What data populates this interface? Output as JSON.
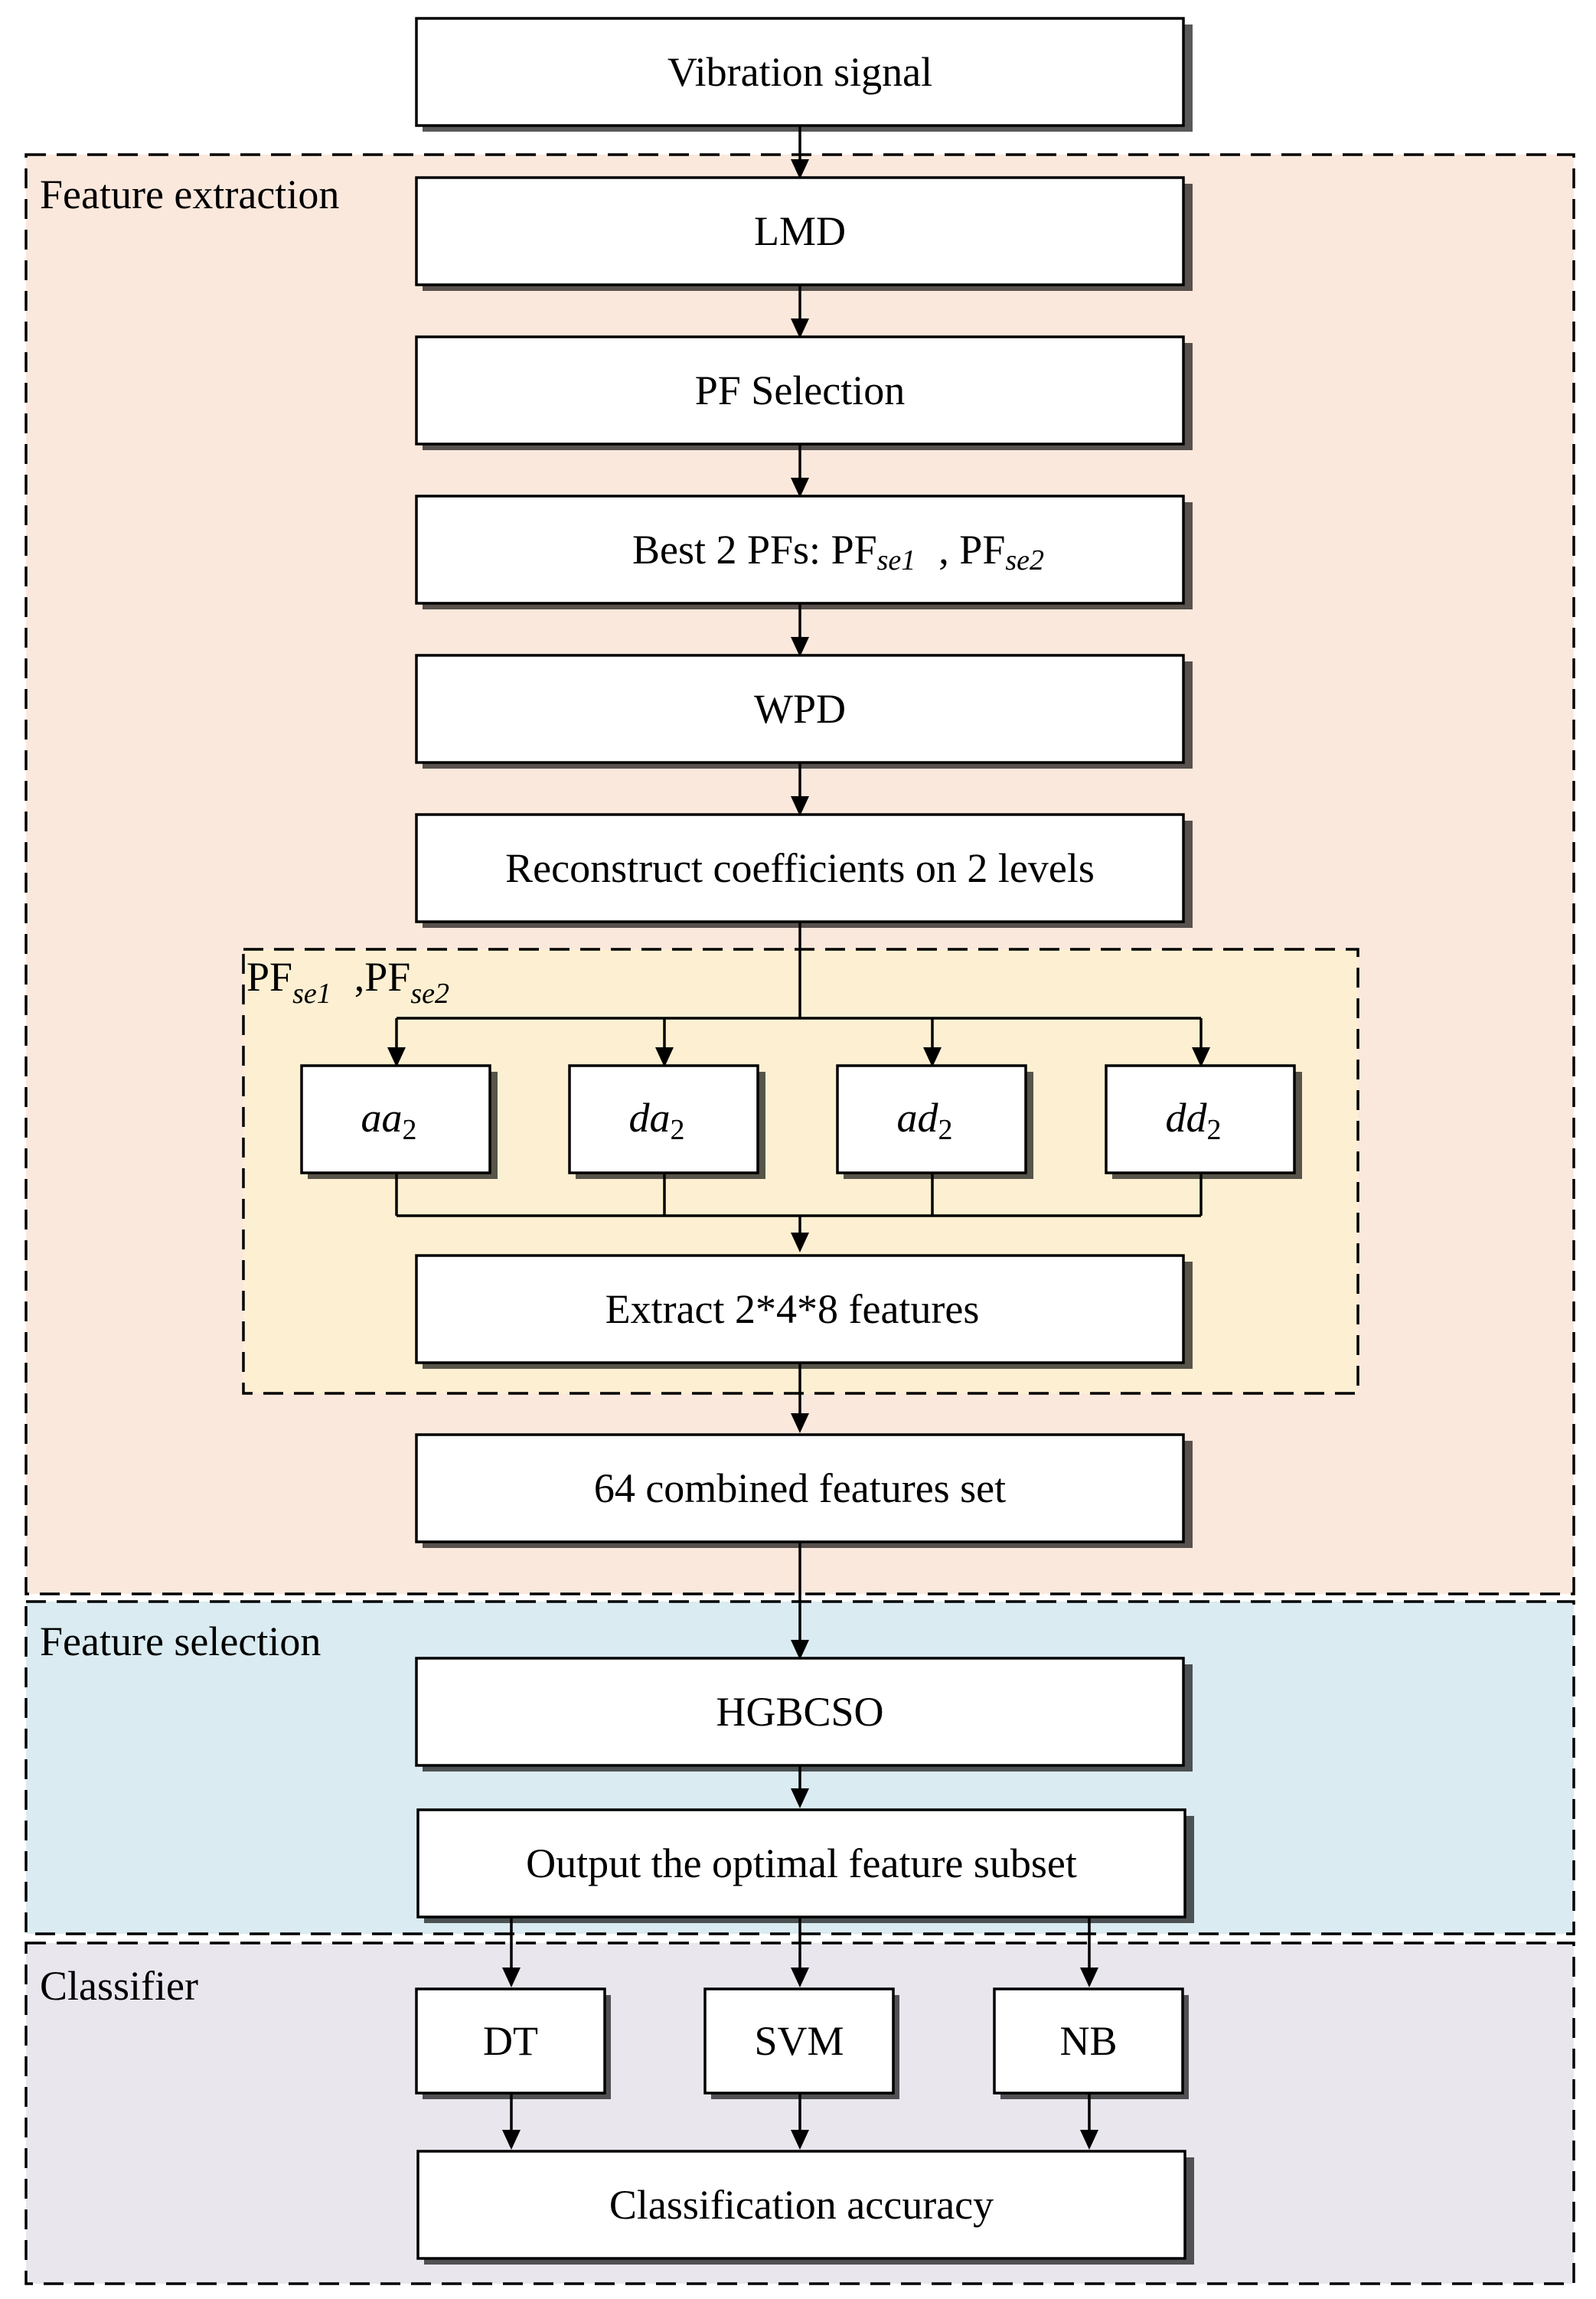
{
  "regions": {
    "feature_extraction": "Feature extraction",
    "feature_selection": "Feature selection",
    "classifier": "Classifier"
  },
  "inner_group": {
    "label_part1": "PF",
    "label_sub1": "se1",
    "label_sep": ",PF",
    "label_sub2": "se2"
  },
  "boxes": {
    "vibration_signal": "Vibration signal",
    "lmd": "LMD",
    "pf_selection": "PF Selection",
    "best_pfs": {
      "prefix": "Best 2 PFs: ",
      "pf1": "PF",
      "pf1_sub": "se1",
      "sep": ", ",
      "pf2": "PF",
      "pf2_sub": "se2"
    },
    "wpd": "WPD",
    "reconstruct": "Reconstruct coefficients on 2 levels",
    "extract": "Extract 2*4*8 features",
    "combined": "64 combined features set",
    "hgbcso": "HGBCSO",
    "optimal_subset": "Output the optimal feature subset",
    "dt": "DT",
    "svm": "SVM",
    "nb": "NB",
    "accuracy": "Classification accuracy"
  },
  "coefficients": [
    {
      "main": "aa",
      "sub": "2"
    },
    {
      "main": "da",
      "sub": "2"
    },
    {
      "main": "ad",
      "sub": "2"
    },
    {
      "main": "dd",
      "sub": "2"
    }
  ],
  "colors": {
    "feature_extraction_bg": "#fbe8dc",
    "inner_group_bg": "#fdf0d2",
    "feature_selection_bg": "#daebf1",
    "classifier_bg": "#e9e6ee"
  }
}
